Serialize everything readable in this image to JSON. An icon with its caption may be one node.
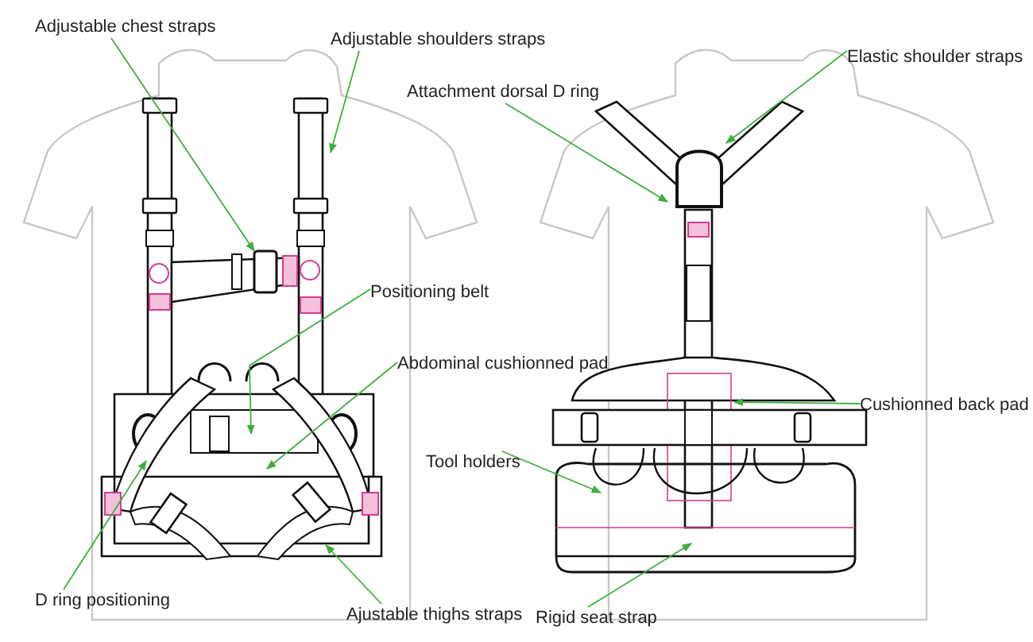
{
  "diagram": {
    "nodes": [
      {
        "text": [
          "Adjustable chest straps"
        ]
      },
      {
        "text": [
          "Adjustable shoulders straps"
        ]
      },
      {
        "text": [
          "Attachment dorsal D ring"
        ]
      },
      {
        "text": [
          "Elastic shoulder straps"
        ]
      },
      {
        "text": [
          "Positioning belt"
        ]
      },
      {
        "text": [
          "Abdominal cushionned pad"
        ]
      },
      {
        "text": [
          "Cushionned back pad"
        ]
      },
      {
        "text": [
          "Tool holders"
        ]
      },
      {
        "text": [
          "D ring positioning"
        ]
      },
      {
        "text": [
          "Ajustable thighs straps"
        ]
      },
      {
        "text": [
          "Rigid seat strap"
        ]
      }
    ],
    "edges": [
      {
        "from": 0,
        "to": null,
        "arrow": "to"
      },
      {
        "from": 1,
        "to": null,
        "arrow": "to"
      },
      {
        "from": 2,
        "to": null,
        "arrow": "to"
      },
      {
        "from": 3,
        "to": null,
        "arrow": "to"
      },
      {
        "from": 4,
        "to": null,
        "arrow": "to"
      },
      {
        "from": 5,
        "to": null,
        "arrow": "to"
      },
      {
        "from": 6,
        "to": null,
        "arrow": "to"
      },
      {
        "from": 7,
        "to": null,
        "arrow": "to"
      },
      {
        "from": 8,
        "to": null,
        "arrow": "to"
      },
      {
        "from": 9,
        "to": null,
        "arrow": "to"
      },
      {
        "from": 10,
        "to": null,
        "arrow": "to"
      }
    ]
  }
}
